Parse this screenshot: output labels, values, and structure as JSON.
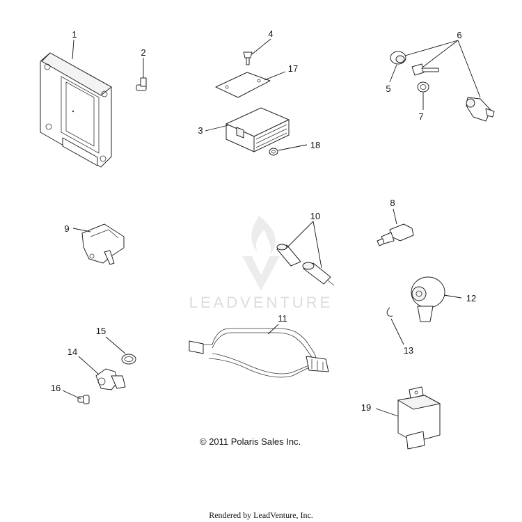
{
  "watermark": {
    "text": "LEADVENTURE"
  },
  "callouts": {
    "c1": "1",
    "c2": "2",
    "c3": "3",
    "c4": "4",
    "c5": "5",
    "c6": "6",
    "c7": "7",
    "c8": "8",
    "c9": "9",
    "c10": "10",
    "c11": "11",
    "c12": "12",
    "c13": "13",
    "c14": "14",
    "c15": "15",
    "c16": "16",
    "c17": "17",
    "c18": "18",
    "c19": "19"
  },
  "copyright": "© 2011 Polaris Sales Inc.",
  "footer": "Rendered by LeadVenture, Inc."
}
